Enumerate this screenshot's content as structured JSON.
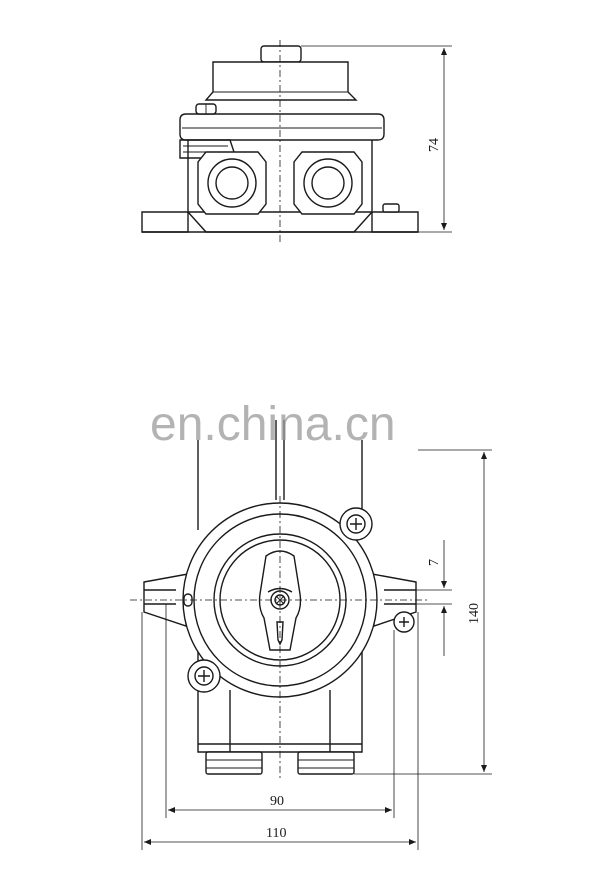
{
  "dimensions": {
    "height_top": "74",
    "height_front": "140",
    "offset_small": "7",
    "width_inner": "90",
    "width_outer": "110"
  },
  "watermark": "en.china.cn"
}
